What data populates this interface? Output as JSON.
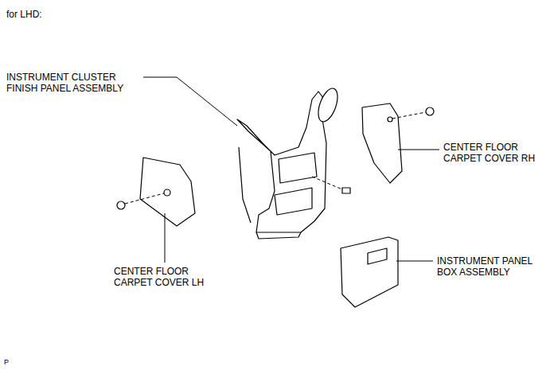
{
  "diagram": {
    "labels": [
      "for LHD:",
      "INSTRUMENT CLUSTER FINISH PANEL ASSEMBLY",
      "CENTER FLOOR CARPET COVER RH",
      "CENTER FLOOR CARPET COVER LH",
      "INSTRUMENT PANEL BOX ASSEMBLY",
      "P"
    ]
  }
}
